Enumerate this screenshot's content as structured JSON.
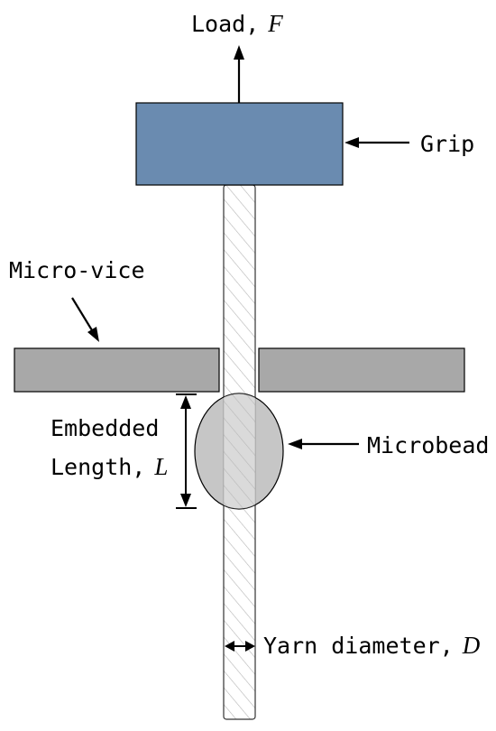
{
  "labels": {
    "load": "Load,",
    "load_symbol": "F",
    "grip": "Grip",
    "micro_vice": "Micro-vice",
    "embedded_line1": "Embedded",
    "embedded_line2": "Length,",
    "embedded_symbol": "L",
    "microbead": "Microbead",
    "yarn": "Yarn diameter,",
    "yarn_symbol": "D"
  },
  "colors": {
    "grip": "#6a8bb0",
    "vice": "#a8a8a8",
    "bead": "#b9b9b9",
    "yarn_fill": "#ffffff",
    "yarn_hatch": "#b5b5b5",
    "stroke": "#000000"
  }
}
